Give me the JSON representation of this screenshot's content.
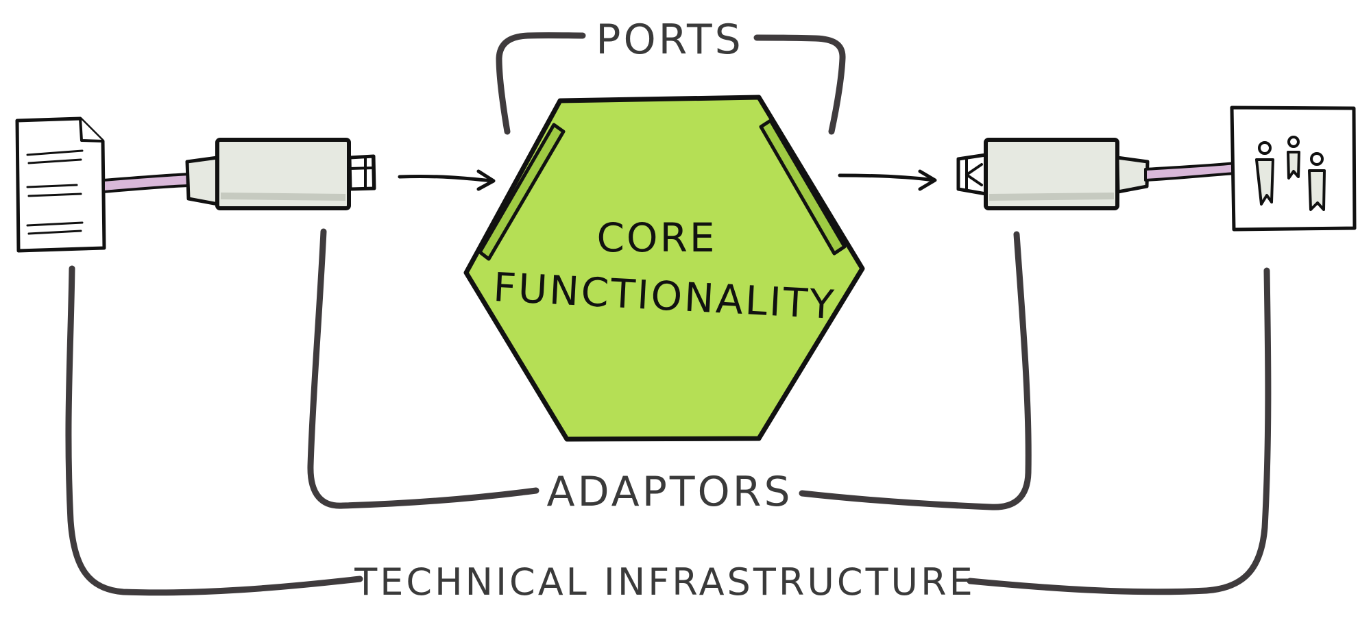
{
  "labels": {
    "ports": "PORTS",
    "core_line1": "CORE",
    "core_line2": "FUNCTIONALITY",
    "adaptors": "ADAPTORS",
    "infrastructure": "TECHNICAL INFRASTRUCTURE"
  },
  "colors": {
    "core_fill": "#b5df55",
    "ink": "#111111",
    "bracket": "#3f3b3d",
    "cable": "#d9b8d9",
    "adaptor_body": "#e6e9e1"
  },
  "icons": {
    "left_source": "document-icon",
    "right_target": "users-icon"
  }
}
